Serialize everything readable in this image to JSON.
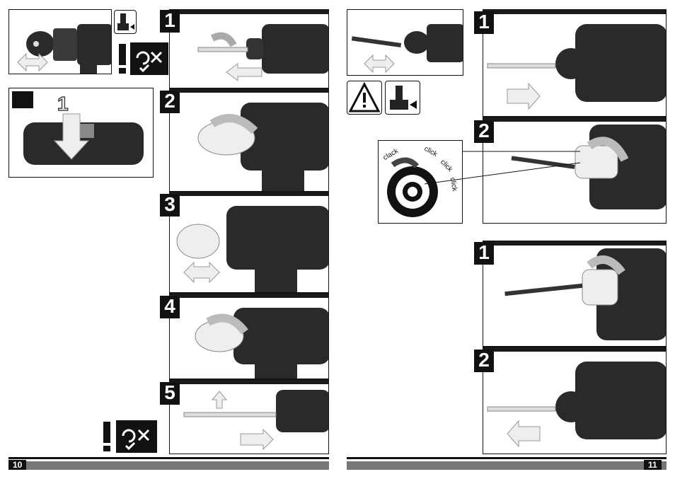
{
  "left_page": {
    "step_intro": {
      "number": "1"
    },
    "steps": [
      {
        "number": "1"
      },
      {
        "number": "2"
      },
      {
        "number": "3"
      },
      {
        "number": "4"
      },
      {
        "number": "5"
      }
    ],
    "page_number": "10"
  },
  "right_page": {
    "insert_steps": [
      {
        "number": "1"
      },
      {
        "number": "2"
      }
    ],
    "remove_steps": [
      {
        "number": "1"
      },
      {
        "number": "2"
      }
    ],
    "chuck_sounds": {
      "clack": "clack",
      "click1": "click",
      "click2": "click",
      "click3": "click"
    },
    "page_number": "11"
  },
  "colors": {
    "ink": "#111111",
    "tool_dark": "#2a2a2a",
    "arrow_fill": "#e6e6e6",
    "footer_grey": "#777777"
  },
  "icons": [
    "remove-battery-icon",
    "hand-pointer-icon",
    "warning-triangle-icon",
    "rotation-warning-icon",
    "arrow-left-right-icon"
  ]
}
